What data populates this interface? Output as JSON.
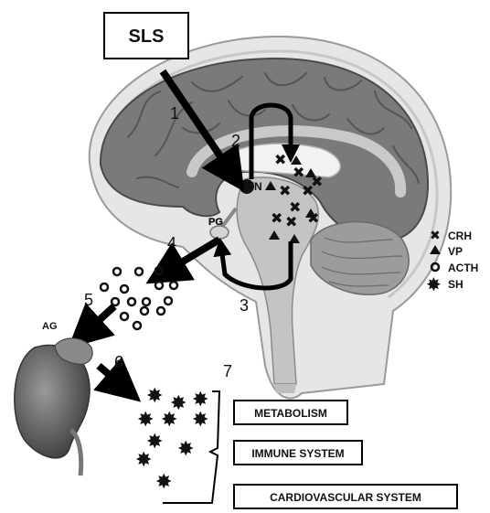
{
  "stressor": {
    "label": "SLS"
  },
  "labels": {
    "pvn": "PVN",
    "pg": "PG",
    "ag": "AG"
  },
  "steps": [
    "1",
    "2",
    "3",
    "4",
    "5",
    "6",
    "7"
  ],
  "legend": [
    {
      "symbol": "cross",
      "label": "CRH"
    },
    {
      "symbol": "triangle",
      "label": "VP"
    },
    {
      "symbol": "circle",
      "label": "ACTH"
    },
    {
      "symbol": "star",
      "label": "SH"
    }
  ],
  "targets": [
    {
      "label": "METABOLISM"
    },
    {
      "label": "IMMUNE SYSTEM"
    },
    {
      "label": "CARDIOVASCULAR SYSTEM"
    }
  ]
}
